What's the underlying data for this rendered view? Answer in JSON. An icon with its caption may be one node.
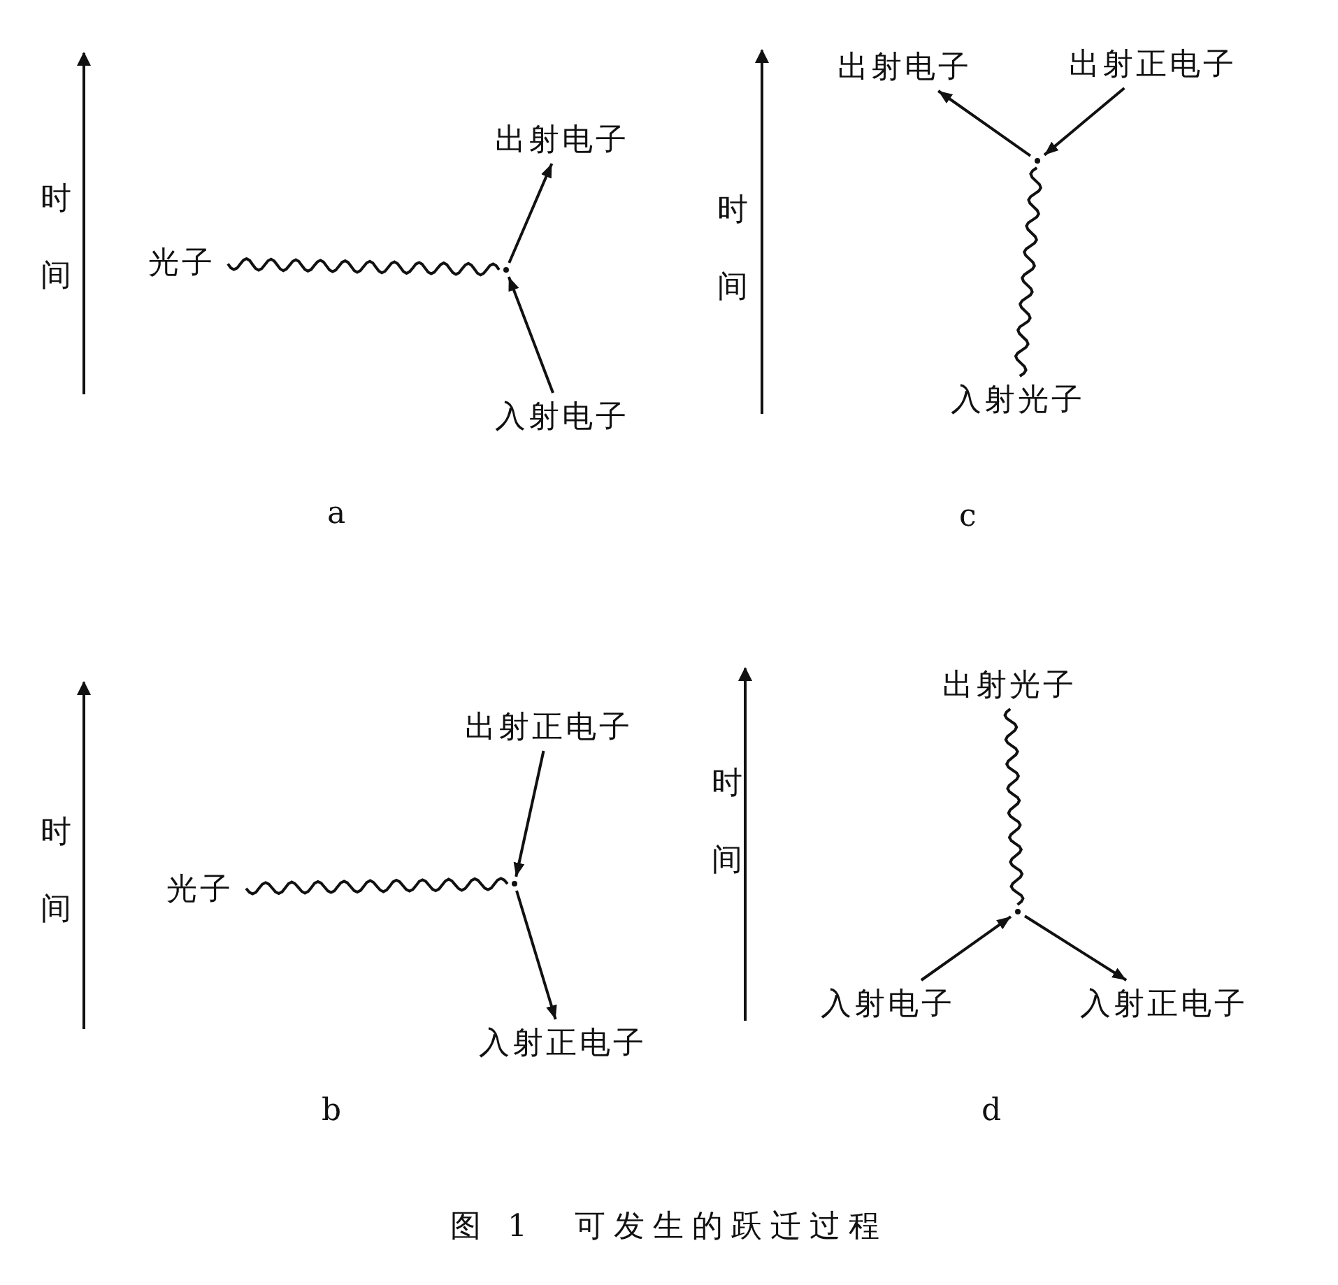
{
  "diagram": {
    "caption": "图 1　可发生的跃迁过程",
    "nodes": [
      {
        "text": [
          "光子"
        ]
      },
      {
        "text": [],
        "shape": "point"
      },
      {
        "text": [
          "出射电子"
        ]
      },
      {
        "text": [
          "入射电子"
        ]
      },
      {
        "text": [
          "出射电子"
        ]
      },
      {
        "text": [
          "出射正电子"
        ]
      },
      {
        "text": [],
        "shape": "point"
      },
      {
        "text": [
          "入射光子"
        ]
      },
      {
        "text": [
          "光子"
        ]
      },
      {
        "text": [],
        "shape": "point"
      },
      {
        "text": [
          "出射正电子"
        ]
      },
      {
        "text": [
          "入射正电子"
        ]
      },
      {
        "text": [
          "出射光子"
        ]
      },
      {
        "text": [],
        "shape": "point"
      },
      {
        "text": [
          "入射电子"
        ]
      },
      {
        "text": [
          "入射正电子"
        ]
      }
    ],
    "edges": [
      {
        "from": 0,
        "to": 1,
        "arrow": "none"
      },
      {
        "from": 3,
        "to": 1,
        "arrow": "to"
      },
      {
        "from": 1,
        "to": 2,
        "arrow": "to"
      },
      {
        "from": 7,
        "to": 6,
        "arrow": "none"
      },
      {
        "from": 6,
        "to": 4,
        "arrow": "to"
      },
      {
        "from": 5,
        "to": 6,
        "arrow": "to"
      },
      {
        "from": 8,
        "to": 9,
        "arrow": "none"
      },
      {
        "from": 10,
        "to": 9,
        "arrow": "to"
      },
      {
        "from": 9,
        "to": 11,
        "arrow": "to"
      },
      {
        "from": 14,
        "to": 13,
        "arrow": "to"
      },
      {
        "from": 13,
        "to": 15,
        "arrow": "to"
      },
      {
        "from": 13,
        "to": 12,
        "arrow": "none"
      }
    ],
    "labels": [
      "时间",
      "时间",
      "a",
      "c",
      "时间",
      "时间",
      "b",
      "d"
    ]
  }
}
